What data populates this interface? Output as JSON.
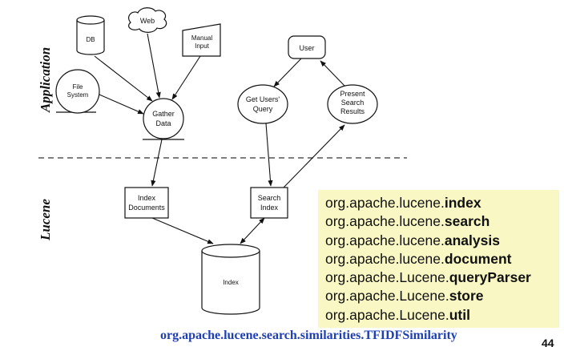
{
  "lanes": {
    "application": "Application",
    "lucene": "Lucene"
  },
  "nodes": {
    "db": "DB",
    "web": "Web",
    "manual_input": [
      "Manual",
      "Input"
    ],
    "file_system": [
      "File",
      "System"
    ],
    "gather_data": [
      "Gather",
      "Data"
    ],
    "user": "User",
    "get_users_query": [
      "Get Users'",
      "Query"
    ],
    "present_search_results": [
      "Present",
      "Search",
      "Results"
    ],
    "index_documents": [
      "Index",
      "Documents"
    ],
    "search_index": [
      "Search",
      "Index"
    ],
    "index_store": "Index"
  },
  "packages": [
    {
      "prefix": "org.apache.lucene.",
      "bold": "index"
    },
    {
      "prefix": "org.apache.lucene.",
      "bold": "search"
    },
    {
      "prefix": "org.apache.lucene.",
      "bold": "analysis"
    },
    {
      "prefix": "org.apache.lucene.",
      "bold": "document"
    },
    {
      "prefix": "org.apache.Lucene.",
      "bold": "queryParser"
    },
    {
      "prefix": "org.apache.Lucene.",
      "bold": "store"
    },
    {
      "prefix": "org.apache.Lucene.",
      "bold": "util"
    }
  ],
  "footer": "org.apache.lucene.search.similarities.TFIDFSimilarity",
  "page_number": "44"
}
